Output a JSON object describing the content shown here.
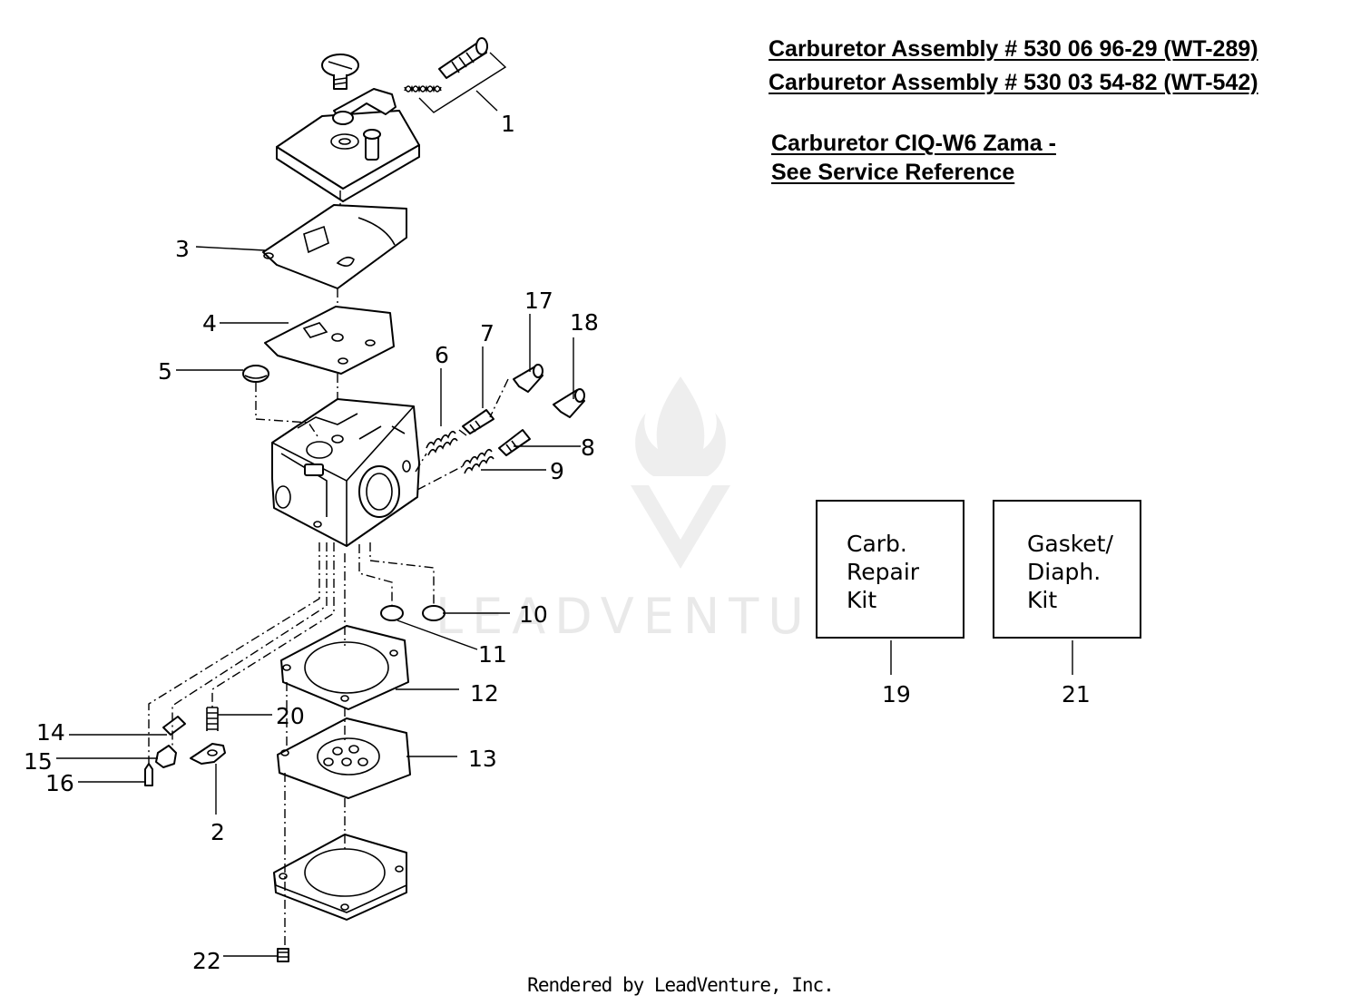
{
  "headings": {
    "assembly_1": "Carburetor Assembly # 530 06 96-29 (WT-289)",
    "assembly_2": "Carburetor Assembly # 530 03 54-82 (WT-542)",
    "reference_line_1": "Carburetor CIQ-W6 Zama -",
    "reference_line_2": "See Service Reference"
  },
  "callouts": {
    "c1": "1",
    "c2": "2",
    "c3": "3",
    "c4": "4",
    "c5": "5",
    "c6": "6",
    "c7": "7",
    "c8": "8",
    "c9": "9",
    "c10": "10",
    "c11": "11",
    "c12": "12",
    "c13": "13",
    "c14": "14",
    "c15": "15",
    "c16": "16",
    "c17": "17",
    "c18": "18",
    "c20": "20",
    "c22": "22"
  },
  "kits": [
    {
      "lines": [
        "Carb.",
        "Repair",
        "Kit"
      ],
      "number": "19"
    },
    {
      "lines": [
        "Gasket/",
        "Diaph.",
        "Kit"
      ],
      "number": "21"
    }
  ],
  "watermark": "LEADVENTURE",
  "footer": "Rendered by LeadVenture, Inc."
}
